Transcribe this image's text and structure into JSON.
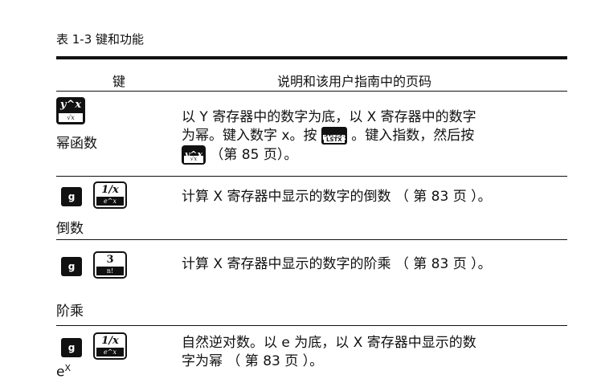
{
  "caption": "表 1-3 键和功能",
  "headers": {
    "key": "键",
    "description": "说明和该用户指南中的页码"
  },
  "rows": [
    {
      "label": "幂函数",
      "key_top": "y^x",
      "key_bottom": "√x",
      "desc_line1": "以 Y 寄存器中的数字为底，以 X 寄存器中的数字",
      "desc_line2a": "为幂。键入数字 x。按",
      "enter_top": "ENTER",
      "enter_bottom": "LSTX",
      "desc_line2b": "。键入指数，然后按",
      "desc_line3": "（第 85 页）。"
    },
    {
      "label": "倒数",
      "shift_key": "g",
      "key_top": "1/x",
      "key_bottom": "e^x",
      "desc": "计算 X 寄存器中显示的数字的倒数 （ 第 83 页 ）。"
    },
    {
      "label": "阶乘",
      "shift_key": "g",
      "key_top": "3",
      "key_bottom": "n!",
      "desc": "计算 X 寄存器中显示的数字的阶乘 （ 第 83 页 ）。"
    },
    {
      "label_base": "e",
      "label_sup": "X",
      "shift_key": "g",
      "key_top": "1/x",
      "key_bottom": "e^x",
      "desc_line1": "自然逆对数。以 e 为底，以 X 寄存器中显示的数",
      "desc_line2": "字为幂 （ 第 83 页 ）。"
    }
  ]
}
